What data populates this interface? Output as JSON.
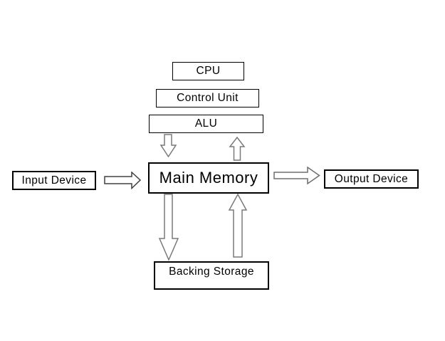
{
  "diagram": {
    "type": "block-diagram",
    "subject": "computer architecture",
    "nodes": {
      "cpu": {
        "label": "CPU"
      },
      "control_unit": {
        "label": "Control Unit"
      },
      "alu": {
        "label": "ALU"
      },
      "main_memory": {
        "label": "Main Memory"
      },
      "input_device": {
        "label": "Input Device"
      },
      "output_device": {
        "label": "Output Device"
      },
      "backing_storage": {
        "label": "Backing Storage"
      }
    },
    "arrows": [
      {
        "name": "alu-to-main-memory",
        "direction": "down"
      },
      {
        "name": "main-memory-to-alu",
        "direction": "up"
      },
      {
        "name": "input-device-to-main-memory",
        "direction": "right"
      },
      {
        "name": "main-memory-to-output-device",
        "direction": "right"
      },
      {
        "name": "main-memory-to-backing-storage",
        "direction": "down"
      },
      {
        "name": "backing-storage-to-main-memory",
        "direction": "up"
      }
    ],
    "colors": {
      "background": "#ffffff",
      "box_fill": "#ffffff",
      "box_border": "#000000",
      "text": "#000000",
      "arrow_fill": "#ffffff",
      "arrow_vertical": "#7a7a7a",
      "arrow_input": "#404040",
      "arrow_output": "#6e6e6e"
    }
  }
}
